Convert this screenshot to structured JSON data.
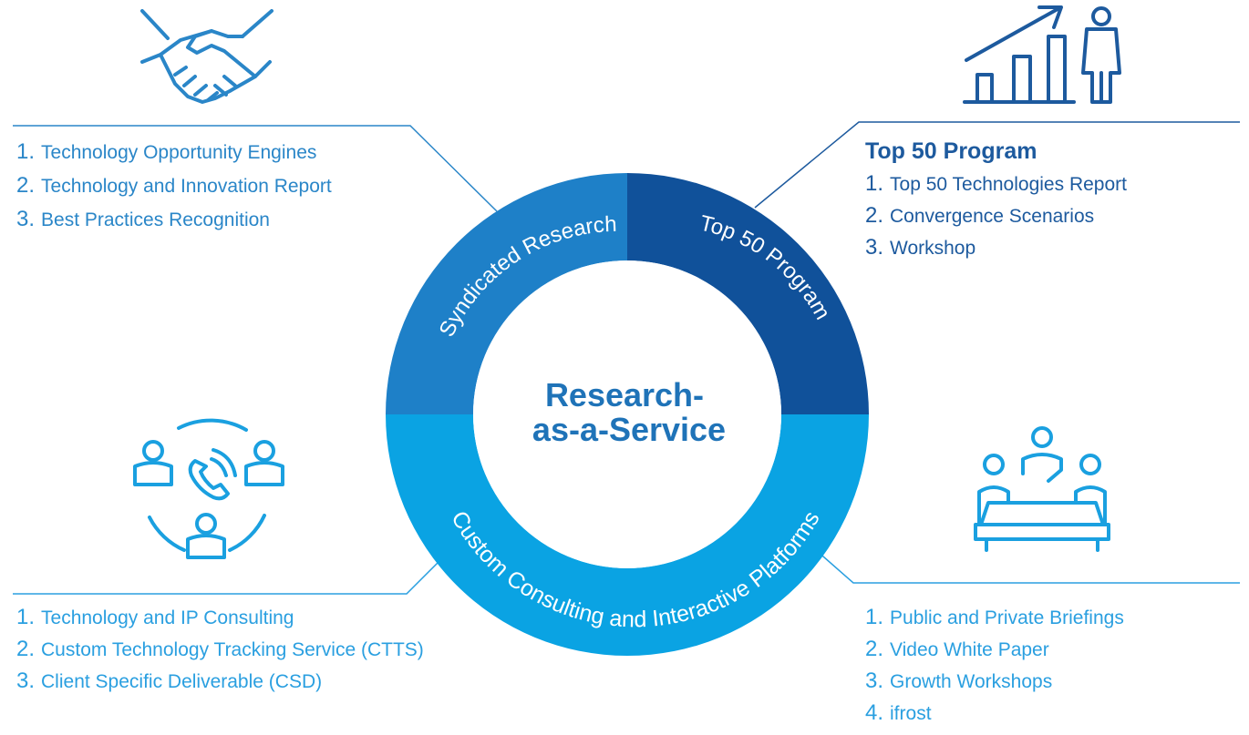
{
  "center_title": [
    "Research-",
    "as-a-Service"
  ],
  "segments": {
    "syndicated": {
      "label": "Syndicated Research",
      "color": "#1e80c8"
    },
    "top50": {
      "label": "Top 50 Program",
      "color": "#10519a"
    },
    "custom": {
      "label": "Custom Consulting and Interactive Platforms",
      "color": "#0aa3e3"
    }
  },
  "top_left": {
    "items": [
      {
        "num": "1.",
        "text": "Technology Opportunity Engines"
      },
      {
        "num": "2.",
        "text": "Technology and Innovation Report"
      },
      {
        "num": "3.",
        "text": "Best Practices Recognition"
      }
    ]
  },
  "top_right": {
    "title": "Top 50 Program",
    "items": [
      {
        "num": "1.",
        "text": "Top 50 Technologies Report"
      },
      {
        "num": "2.",
        "text": "Convergence Scenarios"
      },
      {
        "num": "3.",
        "text": "Workshop"
      }
    ]
  },
  "bottom_left": {
    "items": [
      {
        "num": "1.",
        "text": "Technology and IP Consulting"
      },
      {
        "num": "2.",
        "text": "Custom Technology Tracking Service (CTTS)"
      },
      {
        "num": "3.",
        "text": "Client Specific Deliverable (CSD)"
      }
    ]
  },
  "bottom_right": {
    "items": [
      {
        "num": "1.",
        "text": "Public and Private Briefings"
      },
      {
        "num": "2.",
        "text": "Video White Paper"
      },
      {
        "num": "3.",
        "text": "Growth Workshops"
      },
      {
        "num": "4.",
        "text": "ifrost"
      }
    ]
  },
  "icons": {
    "top_left": "handshake-icon",
    "top_right": "growth-chart-person-icon",
    "bottom_left": "call-network-icon",
    "bottom_right": "meeting-table-icon"
  },
  "colors": {
    "center_text": "#1f73b8"
  }
}
